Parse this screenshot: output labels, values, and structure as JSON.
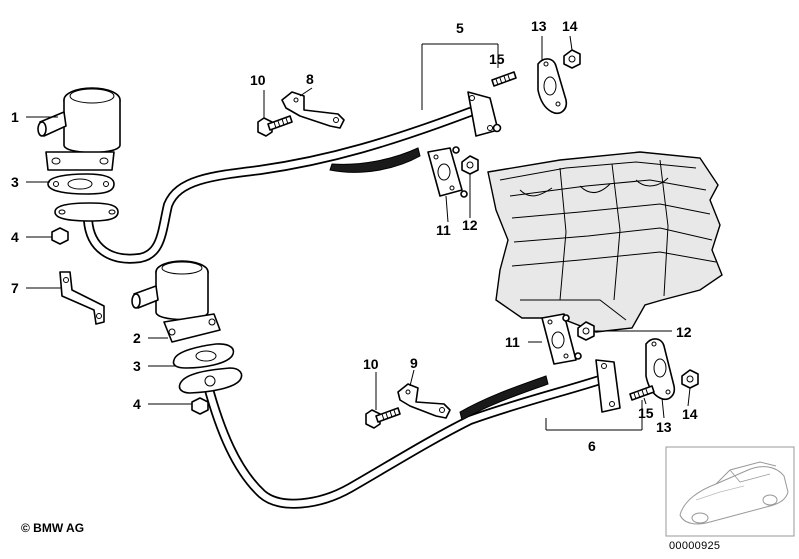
{
  "copyright": "© BMW AG",
  "document_number": "00000925",
  "callouts": {
    "c1": "1",
    "c2": "2",
    "c3a": "3",
    "c3b": "3",
    "c4a": "4",
    "c4b": "4",
    "c5": "5",
    "c6": "6",
    "c7": "7",
    "c8": "8",
    "c9": "9",
    "c10a": "10",
    "c10b": "10",
    "c11a": "11",
    "c11b": "11",
    "c12a": "12",
    "c12b": "12",
    "c13a": "13",
    "c13b": "13",
    "c14a": "14",
    "c14b": "14",
    "c15a": "15",
    "c15b": "15"
  }
}
